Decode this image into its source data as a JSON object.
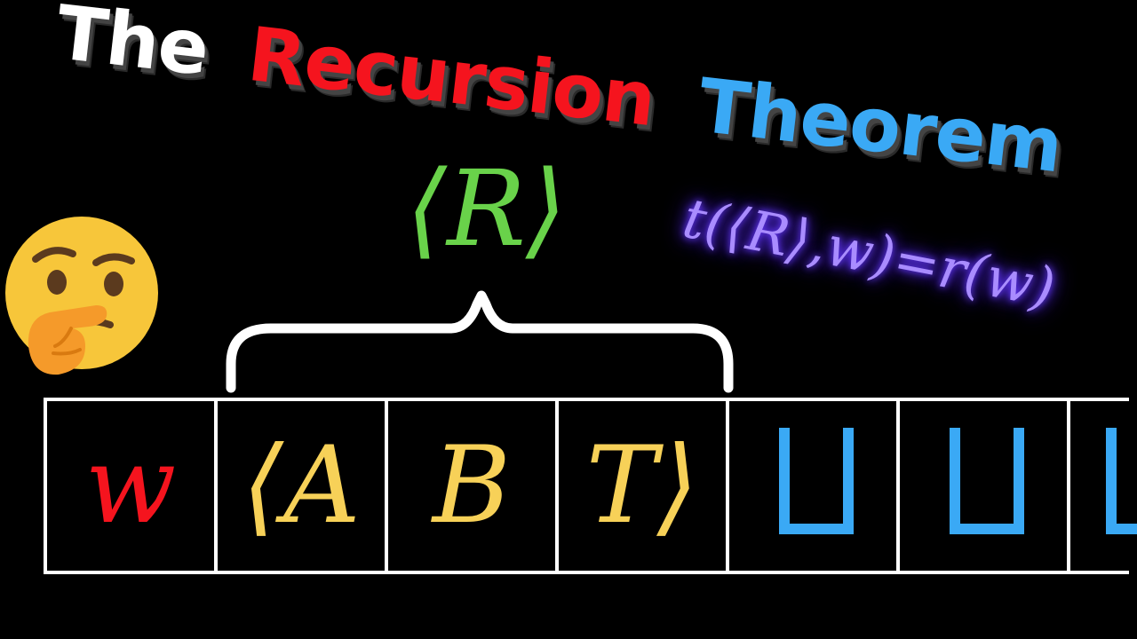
{
  "title": {
    "word1": "The",
    "word2": "Recursion",
    "word3": "Theorem"
  },
  "r_label": "⟨R⟩",
  "formula": "t(⟨R⟩,w)=r(w)",
  "tape": {
    "cells": [
      {
        "symbol": "w",
        "color": "#f5141e"
      },
      {
        "symbol": "⟨A",
        "color": "#f7d158"
      },
      {
        "symbol": "B",
        "color": "#f7d158"
      },
      {
        "symbol": "T⟩",
        "color": "#f7d158"
      },
      {
        "symbol": "",
        "kind": "blank",
        "color": "#3aa9f5"
      },
      {
        "symbol": "",
        "kind": "blank",
        "color": "#3aa9f5"
      },
      {
        "symbol": "",
        "kind": "blank",
        "color": "#3aa9f5"
      }
    ]
  },
  "icons": {
    "emoji": "thinking-face-icon",
    "blank": "blank-symbol-icon"
  },
  "colors": {
    "background": "#000000",
    "white": "#ffffff",
    "red": "#f5141e",
    "blue": "#3aa9f5",
    "green": "#69d24a",
    "purple": "#a98cff",
    "yellow": "#f7d158"
  }
}
